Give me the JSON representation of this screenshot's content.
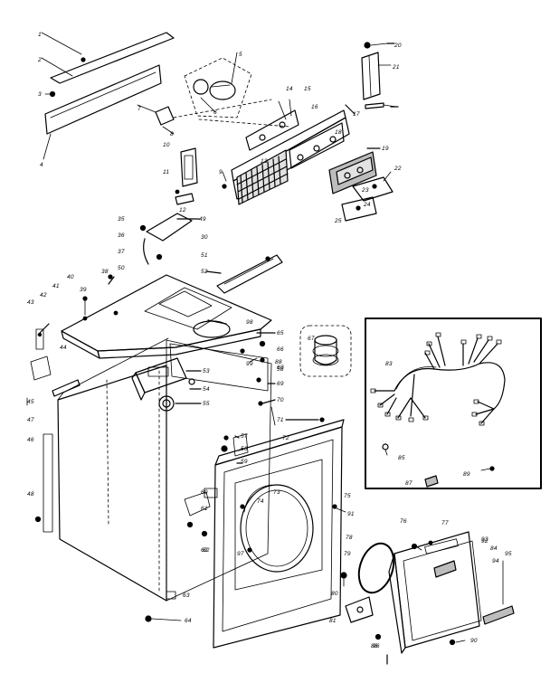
{
  "diagram": {
    "callouts": [
      "1",
      "2",
      "3",
      "4",
      "5",
      "6",
      "7",
      "8",
      "9",
      "10",
      "11",
      "12",
      "13",
      "14",
      "15",
      "16",
      "17",
      "18",
      "19",
      "20",
      "21",
      "22",
      "23",
      "24",
      "25",
      "30",
      "35",
      "36",
      "37",
      "38",
      "39",
      "40",
      "41",
      "42",
      "43",
      "44",
      "45",
      "46",
      "47",
      "48",
      "49",
      "50",
      "51",
      "52",
      "53",
      "54",
      "55",
      "56",
      "57",
      "58",
      "59",
      "60",
      "61",
      "62",
      "63",
      "64",
      "65",
      "66",
      "67",
      "68",
      "69",
      "70",
      "71",
      "72",
      "73",
      "74",
      "75",
      "76",
      "77",
      "78",
      "79",
      "80",
      "81",
      "82",
      "83",
      "84",
      "85",
      "86",
      "87",
      "88",
      "89",
      "90",
      "91",
      "92",
      "93",
      "94",
      "95",
      "96",
      "97",
      "98",
      "99"
    ]
  }
}
